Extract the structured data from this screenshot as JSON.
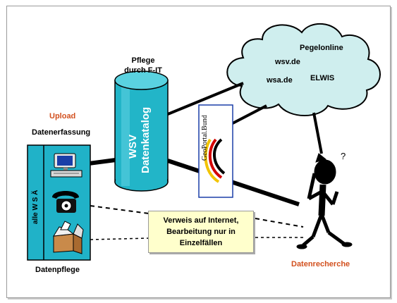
{
  "diagram": {
    "pflege": [
      "Pflege",
      "durch F-IT"
    ],
    "upload": "Upload",
    "datenerfassung": "Datenerfassung",
    "datenpflege": "Datenpflege",
    "datenrecherche": "Datenrecherche",
    "side_panel_label": "alle W S Ä",
    "cylinder_title": "WSV",
    "cylinder_subtitle": "Datenkatalog",
    "geoportal": "GeoPortal.Bund",
    "question_mark": "?",
    "cloud": {
      "wsv": "wsv.de",
      "pegelonline": "Pegelonline",
      "wsa": "wsa.de",
      "elwis": "ELWIS"
    },
    "note": [
      "Verweis auf Internet,",
      "Bearbeitung nur in",
      "Einzelfällen"
    ]
  },
  "colors": {
    "panel": "#20b2c8",
    "cylinder": "#22b5c8",
    "cloud": "#cfeeee",
    "note": "#ffffcc",
    "accent_orange": "#d2501e"
  }
}
